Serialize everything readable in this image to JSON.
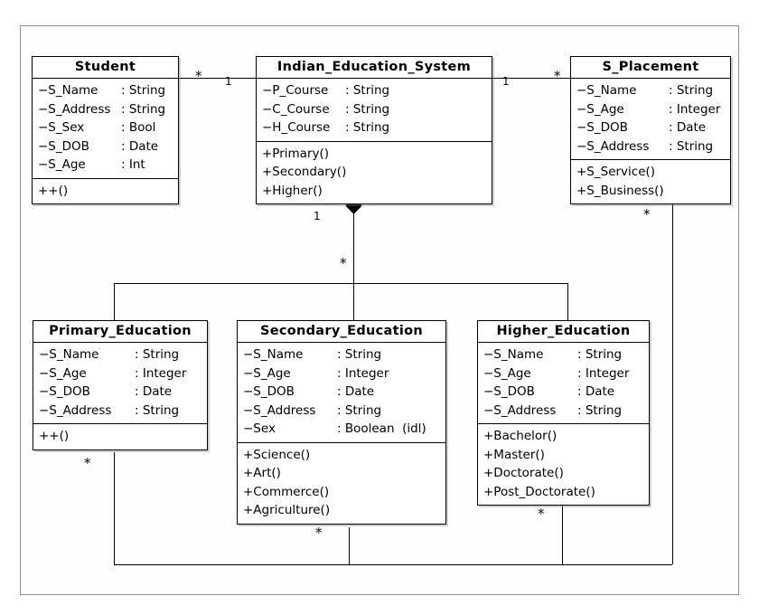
{
  "diagram": {
    "type": "uml-class-diagram",
    "classes": [
      {
        "id": "student",
        "title": "Student",
        "attributes": [
          {
            "name": "−S_Name",
            "type": ": String"
          },
          {
            "name": "−S_Address",
            "type": ": String"
          },
          {
            "name": "−S_Sex",
            "type": ": Bool"
          },
          {
            "name": "−S_DOB",
            "type": ": Date"
          },
          {
            "name": "−S_Age",
            "type": ": Int"
          }
        ],
        "operations": [
          "++()"
        ]
      },
      {
        "id": "indian_education_system",
        "title": "Indian_Education_System",
        "attributes": [
          {
            "name": "−P_Course",
            "type": ": String"
          },
          {
            "name": "−C_Course",
            "type": ": String"
          },
          {
            "name": "−H_Course",
            "type": ": String"
          }
        ],
        "operations": [
          "+Primary()",
          "+Secondary()",
          "+Higher()"
        ]
      },
      {
        "id": "s_placement",
        "title": "S_Placement",
        "attributes": [
          {
            "name": "−S_Name",
            "type": ": String"
          },
          {
            "name": "−S_Age",
            "type": ": Integer"
          },
          {
            "name": "−S_DOB",
            "type": ": Date"
          },
          {
            "name": "−S_Address",
            "type": ": String"
          }
        ],
        "operations": [
          "+S_Service()",
          "+S_Business()"
        ]
      },
      {
        "id": "primary_education",
        "title": "Primary_Education",
        "attributes": [
          {
            "name": "−S_Name",
            "type": ": String"
          },
          {
            "name": "−S_Age",
            "type": ": Integer"
          },
          {
            "name": "−S_DOB",
            "type": ": Date"
          },
          {
            "name": "−S_Address",
            "type": ": String"
          }
        ],
        "operations": [
          "++()"
        ]
      },
      {
        "id": "secondary_education",
        "title": "Secondary_Education",
        "attributes": [
          {
            "name": "−S_Name",
            "type": ": String"
          },
          {
            "name": "−S_Age",
            "type": ": Integer"
          },
          {
            "name": "−S_DOB",
            "type": ": Date"
          },
          {
            "name": "−S_Address",
            "type": ": String"
          },
          {
            "name": "−Sex",
            "type": ": Boolean  (idl)"
          }
        ],
        "operations": [
          "+Science()",
          "+Art()",
          "+Commerce()",
          "+Agriculture()"
        ]
      },
      {
        "id": "higher_education",
        "title": "Higher_Education",
        "attributes": [
          {
            "name": "−S_Name",
            "type": ": String"
          },
          {
            "name": "−S_Age",
            "type": ": Integer"
          },
          {
            "name": "−S_DOB",
            "type": ": Date"
          },
          {
            "name": "−S_Address",
            "type": ": String"
          }
        ],
        "operations": [
          "+Bachelor()",
          "+Master()",
          "+Doctorate()",
          "+Post_Doctorate()"
        ]
      }
    ],
    "multiplicities": {
      "student_star": "*",
      "ies_left_one": "1",
      "ies_right_one": "1",
      "placement_star": "*",
      "aggregation_one": "1",
      "child_star": "*",
      "placement_down_star": "*",
      "primary_star": "*",
      "secondary_star": "*",
      "higher_star": "*"
    },
    "colors": {
      "line": "#000000",
      "box_fill": "#ffffff",
      "frame": "#8f8f8f",
      "shadow": "rgba(120,120,120,0.35)"
    }
  }
}
